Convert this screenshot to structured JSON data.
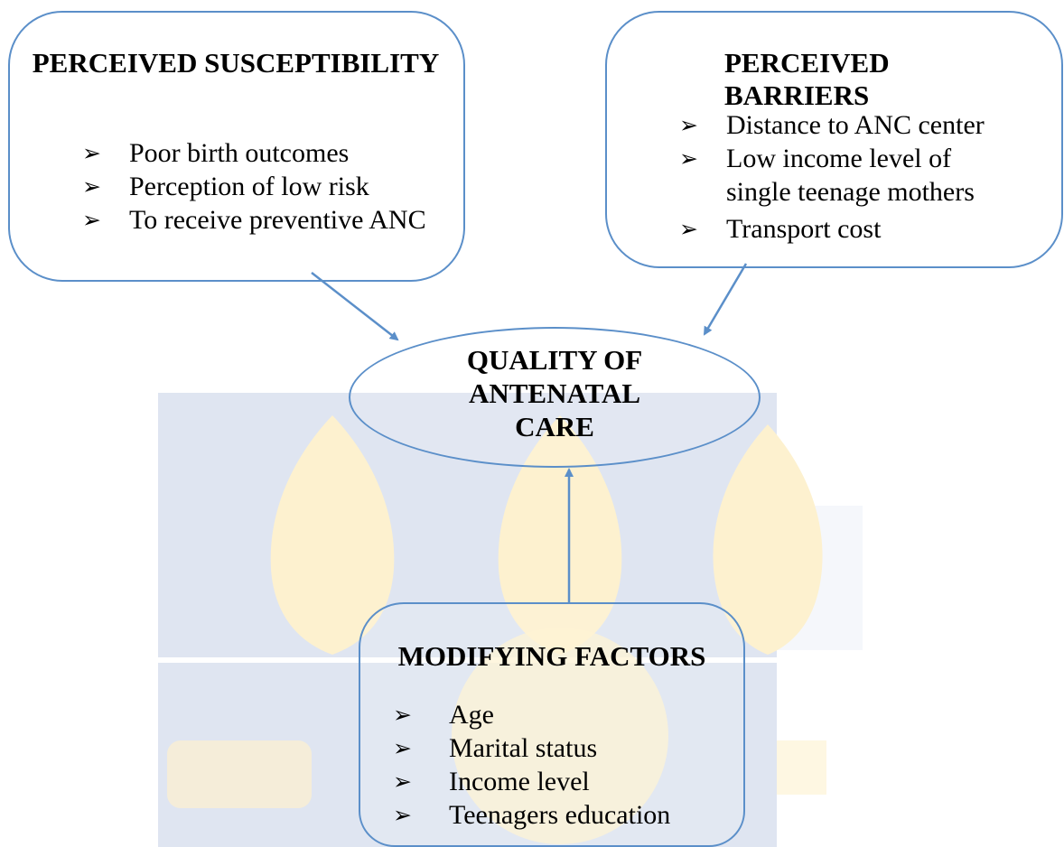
{
  "diagram": {
    "nodes": {
      "susceptibility": {
        "title": "PERCEIVED SUSCEPTIBILITY",
        "bullets": [
          "Poor birth outcomes",
          "Perception of low risk",
          "To receive preventive ANC"
        ]
      },
      "barriers": {
        "title": "PERCEIVED BARRIERS",
        "bullets": [
          "Distance to ANC center",
          "Low income level of single teenage mothers",
          "Transport cost"
        ]
      },
      "quality": {
        "title": "QUALITY OF ANTENATAL CARE"
      },
      "modifying": {
        "title": "MODIFYING FACTORS",
        "bullets": [
          "Age",
          "Marital status",
          "Income level",
          "Teenagers education"
        ]
      }
    },
    "edges": [
      {
        "from": "susceptibility",
        "to": "quality"
      },
      {
        "from": "barriers",
        "to": "quality"
      },
      {
        "from": "modifying",
        "to": "quality"
      }
    ],
    "bullet_icon": "arrowhead-bullet-icon",
    "colors": {
      "border": "#5b8fc9",
      "arrow": "#5b8fc9",
      "watermark_blue": "#dfe5f1",
      "watermark_gold": "#fdf1cf"
    }
  }
}
